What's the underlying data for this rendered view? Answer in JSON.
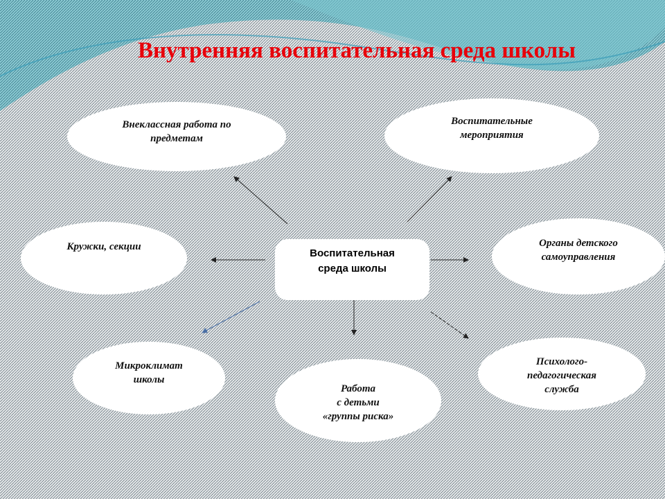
{
  "title": "Внутренняя воспитательная среда школы",
  "center": "Воспитательная\nсреда школы",
  "nodes": {
    "extracurricular": "Внеклассная работа по\nпредметам",
    "events": "Воспитательные\nмероприятия",
    "clubs": "Кружки, секции",
    "self_government": "Органы детского\nсамоуправления",
    "microclimate": "Микроклимат\nшколы",
    "risk_group": "Работа\nс детьми\n«группы риска»",
    "psych_service": "Психолого-\nпедагогическая\nслужба"
  },
  "colors": {
    "title": "#e8000a",
    "wave": "#4aa8c0"
  }
}
